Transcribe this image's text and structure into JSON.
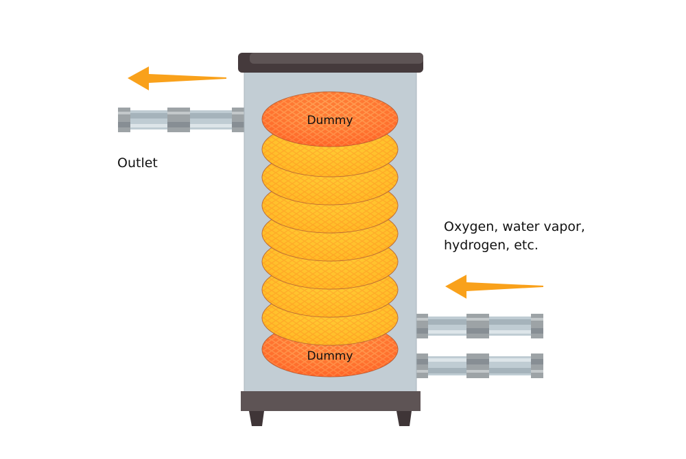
{
  "labels": {
    "outlet": "Outlet",
    "inlet_line1": "Oxygen, water vapor,",
    "inlet_line2": "hydrogen, etc.",
    "dummy_top": "Dummy",
    "dummy_bottom": "Dummy"
  },
  "discs": [
    "dummy",
    "wafer",
    "wafer",
    "wafer",
    "wafer",
    "wafer",
    "wafer",
    "wafer",
    "dummy"
  ],
  "colors": {
    "arrow": "#F9A11B",
    "tank_body": "#C2CDD4",
    "lid_base": "#5E5455",
    "dummy_disc": "#FF6A2A",
    "wafer_disc": "#FFC22E",
    "pipe": "#BFCCD3",
    "coupling": "#9DA3A6"
  },
  "icons": {
    "outlet_arrow": "arrow-left",
    "inlet_arrow": "arrow-left"
  }
}
